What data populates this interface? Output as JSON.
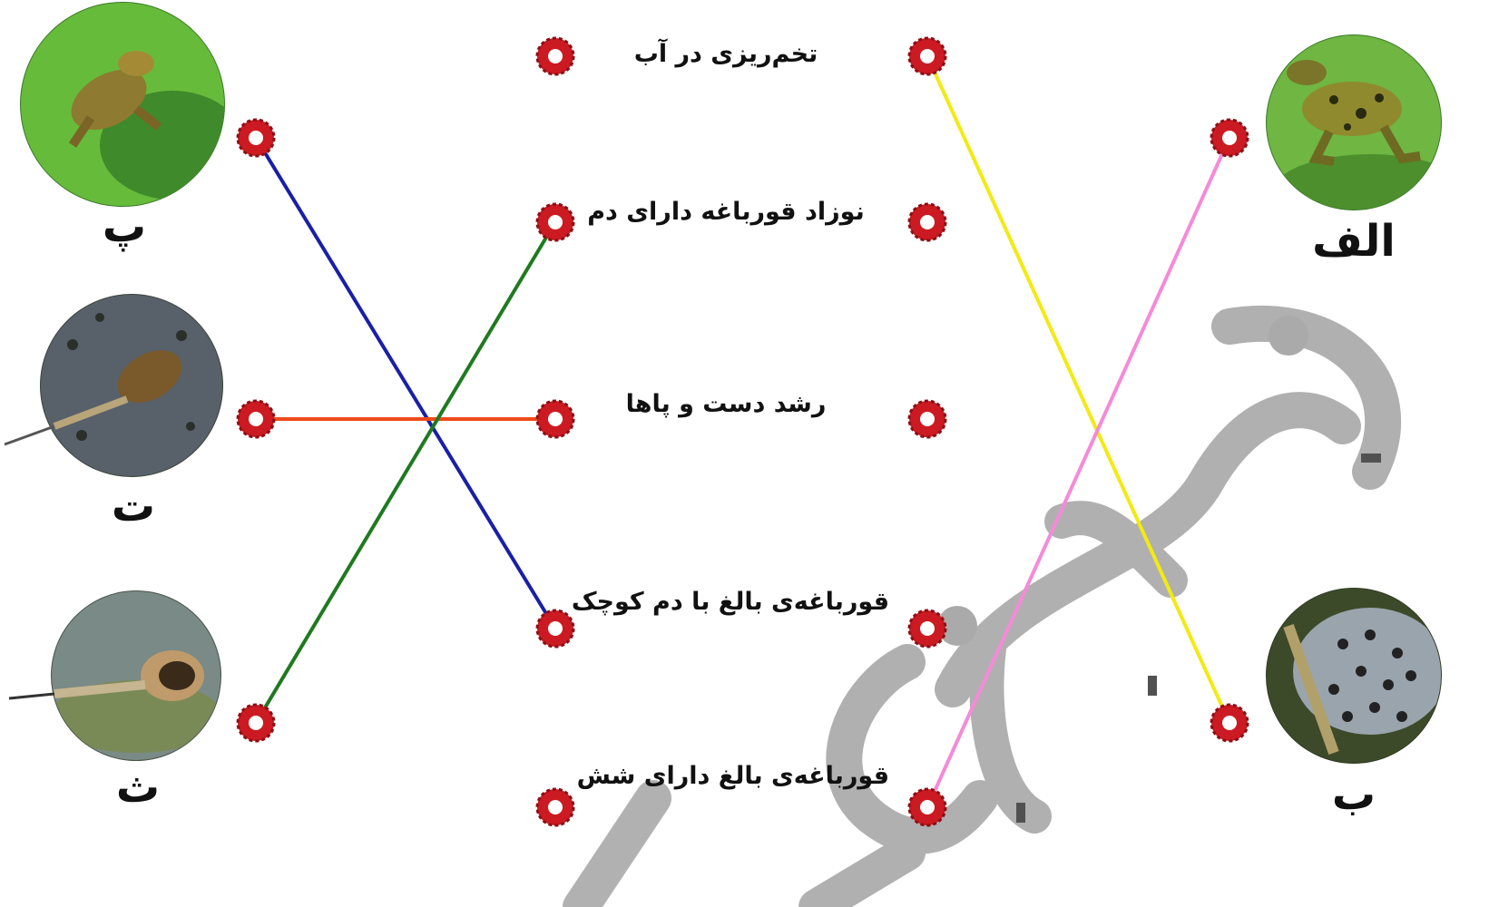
{
  "right_images": [
    {
      "id": "alef",
      "label": "الف",
      "icon": "adult-frog-photo"
    },
    {
      "id": "be",
      "label": "ب",
      "icon": "frog-spawn-eggs-photo"
    }
  ],
  "left_images": [
    {
      "id": "pe",
      "label": "پ",
      "icon": "young-frog-photo"
    },
    {
      "id": "te",
      "label": "ت",
      "icon": "tadpole-with-legs-photo"
    },
    {
      "id": "se",
      "label": "ث",
      "icon": "tadpole-photo"
    }
  ],
  "stages": [
    {
      "id": "s1",
      "text": "تخم‌ریزی در آب"
    },
    {
      "id": "s2",
      "text": "نوزاد قورباغه دارای دم"
    },
    {
      "id": "s3",
      "text": "رشد دست و پاها"
    },
    {
      "id": "s4",
      "text": "قورباغه‌ی بالغ با دم کوچک"
    },
    {
      "id": "s5",
      "text": "قورباغه‌ی بالغ دارای شش"
    }
  ],
  "connections": [
    {
      "from": "be",
      "to": "s1",
      "color": "#f2ea12"
    },
    {
      "from": "alef",
      "to": "s5",
      "color": "#f58ad8"
    },
    {
      "from": "pe",
      "to": "s4",
      "color": "#1a1fa8"
    },
    {
      "from": "te",
      "to": "s3",
      "color": "#ee4a1a"
    },
    {
      "from": "se",
      "to": "s2",
      "color": "#1f7a1f"
    }
  ],
  "colors": {
    "dot": "#cc1a22",
    "watermark": "#9a9a9a"
  }
}
